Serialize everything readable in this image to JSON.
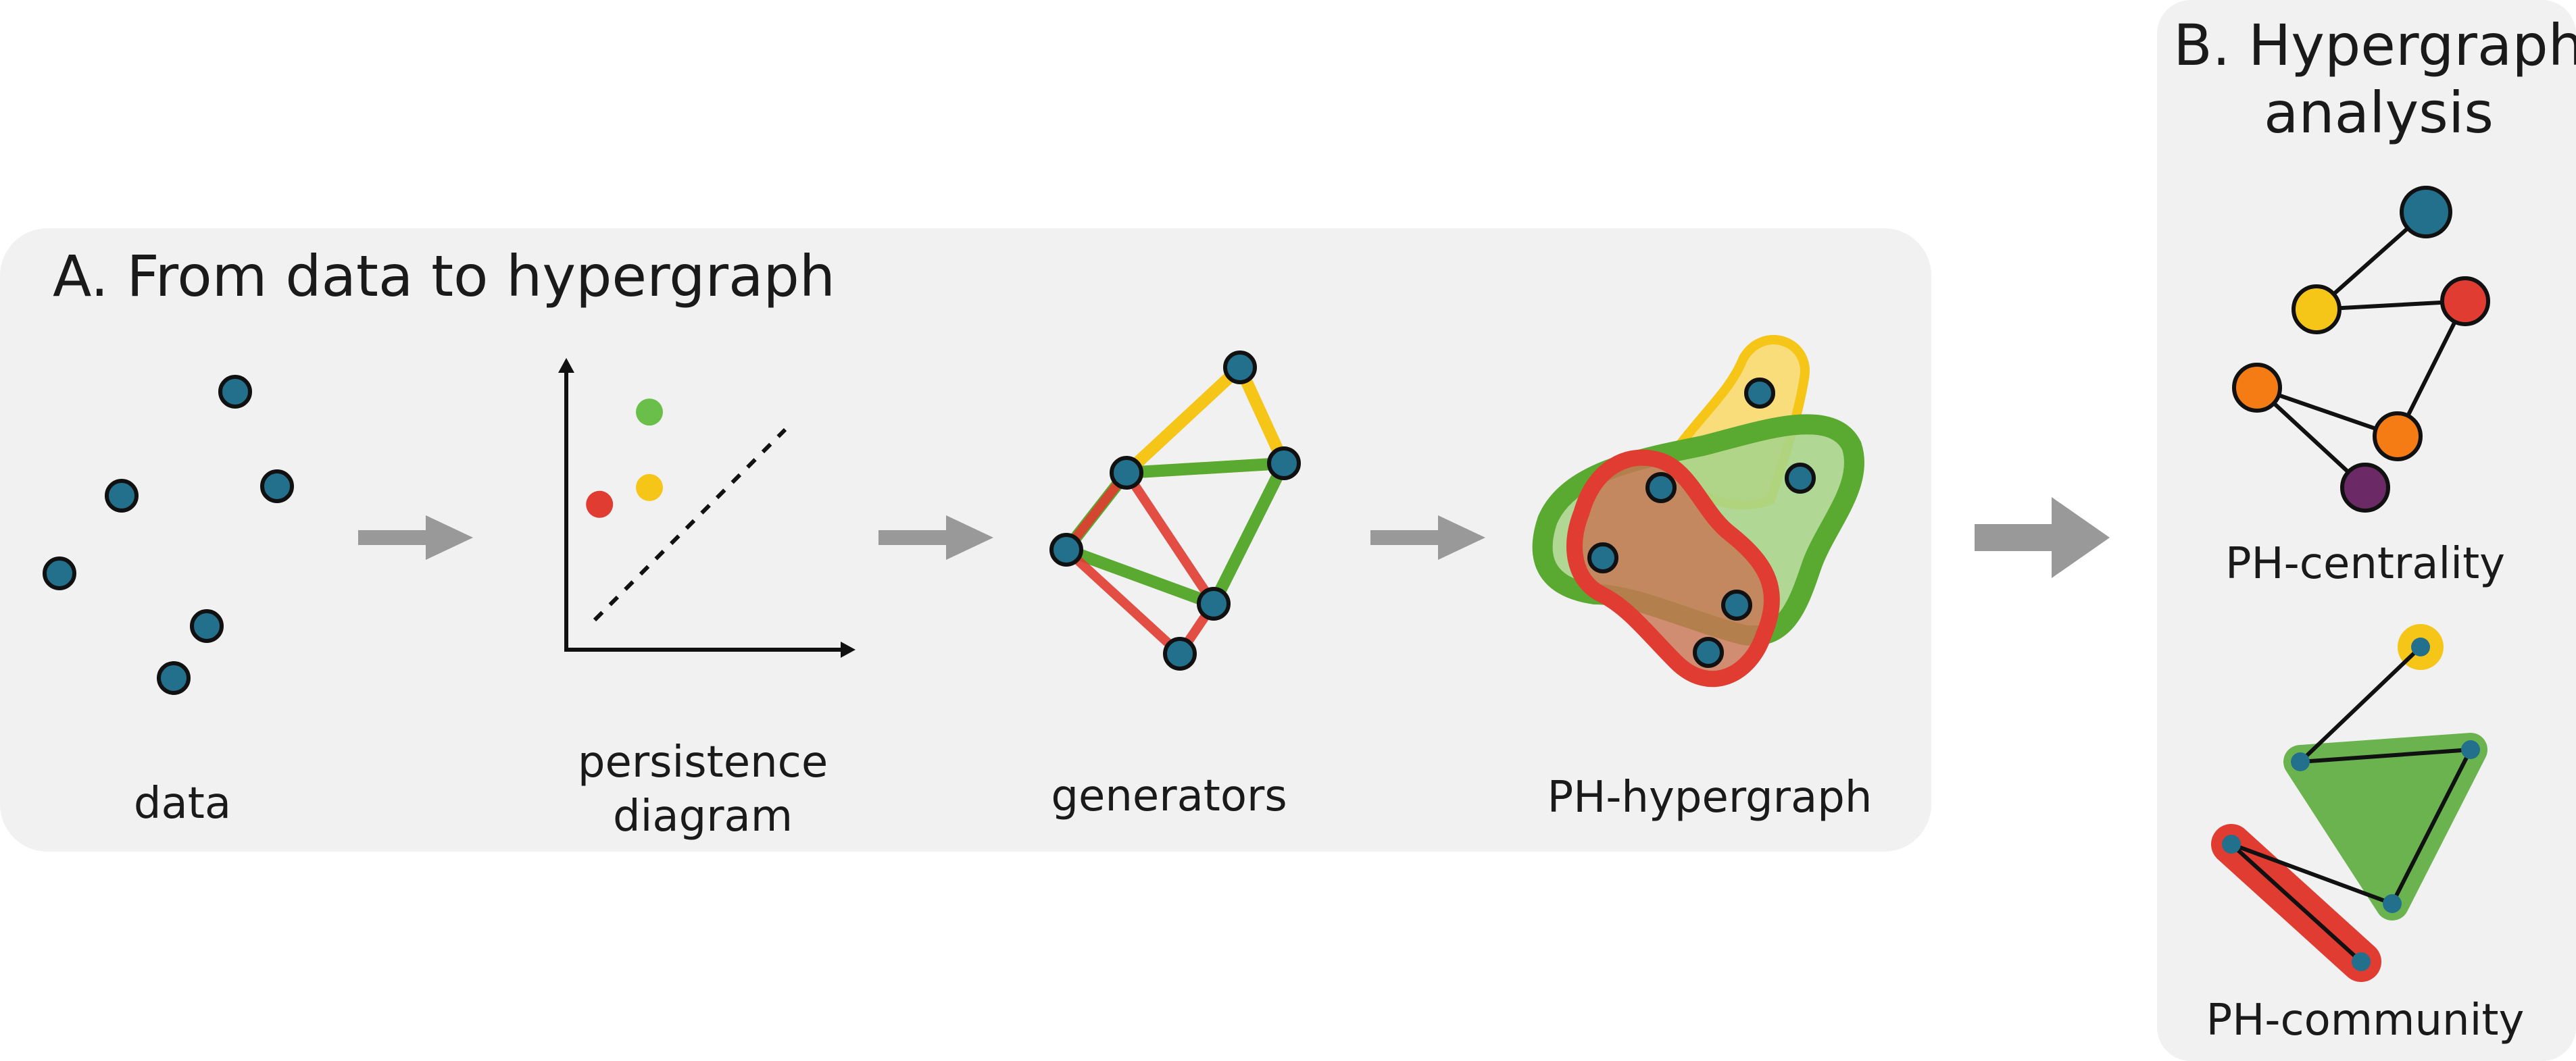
{
  "panel_a": {
    "title": "A. From data to hypergraph",
    "captions": {
      "data": "data",
      "persistence_line1": "persistence",
      "persistence_line2": "diagram",
      "generators": "generators",
      "ph_hypergraph": "PH-hypergraph"
    }
  },
  "panel_b": {
    "title_line1": "B. Hypergraph",
    "title_line2": "analysis",
    "captions": {
      "centrality": "PH-centrality",
      "community": "PH-community"
    }
  },
  "colors": {
    "panel_bg": "#f1f1f1",
    "node_fill": "#23708c",
    "node_stroke": "#111111",
    "arrow": "#999999",
    "red": "#e03c31",
    "yellow": "#f5c518",
    "green": "#5aaa32",
    "orange": "#f57c14",
    "purple": "#6b2a66",
    "blue": "#23708c"
  },
  "persistence_diagram": {
    "points": [
      {
        "birth": 0.3,
        "death": 0.85,
        "color": "#6abf4b"
      },
      {
        "birth": 0.12,
        "death": 0.52,
        "color": "#e03c31"
      },
      {
        "birth": 0.3,
        "death": 0.58,
        "color": "#f5c518"
      }
    ]
  }
}
